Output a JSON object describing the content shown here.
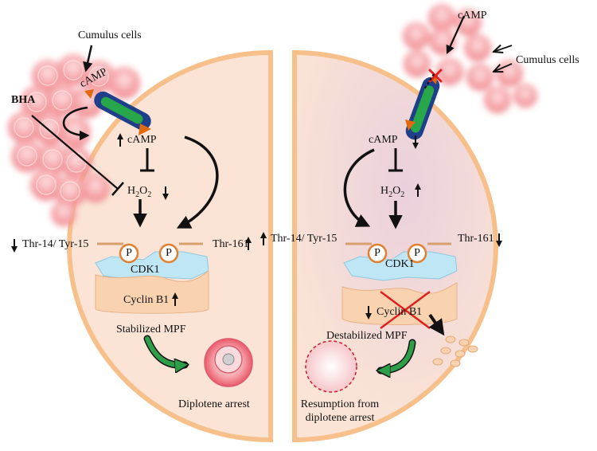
{
  "left_panel": {
    "cumulus_label": "Cumulus cells",
    "bha_label": "BHA",
    "camp_in_cells": "cAMP",
    "camp_label": "cAMP",
    "h2o2_label": "H",
    "h2o2_sub": "2",
    "h2o2_o": "O",
    "h2o2_sub2": "2",
    "thr14_label": "Thr-14/ Tyr-15",
    "thr161_label": "Thr-161",
    "p_label": "P",
    "cdk1_label": "CDK1",
    "cyclin_label": "Cyclin B1",
    "mpf_label": "Stabilized MPF",
    "outcome_label": "Diplotene arrest"
  },
  "right_panel": {
    "camp_out_label": "cAMP",
    "cumulus_label": "Cumulus cells",
    "camp_label": "cAMP",
    "h2o2_label": "H",
    "h2o2_sub": "2",
    "h2o2_o": "O",
    "h2o2_sub2": "2",
    "thr14_label": "Thr-14/ Tyr-15",
    "thr161_label": "Thr-161",
    "p_label": "P",
    "cdk1_label": "CDK1",
    "cyclin_label": "Cyclin B1",
    "mpf_label": "Destabilized MPF",
    "outcome_line1": "Resumption from",
    "outcome_line2": "diplotene arrest"
  },
  "colors": {
    "oocyte_fill": "#fbe4d5",
    "oocyte_border": "#f7c08a",
    "cumulus": "#f4a0a4",
    "cdk1": "#bfe6f5",
    "cyclin": "#f9d3b0",
    "green_arrow": "#2e9e48",
    "channel_outer": "#1f3f8a",
    "channel_inner": "#27a74a",
    "channel_tip": "#e06a10",
    "red_x": "#e02020",
    "arrest_nucleus": "#f06a78"
  }
}
